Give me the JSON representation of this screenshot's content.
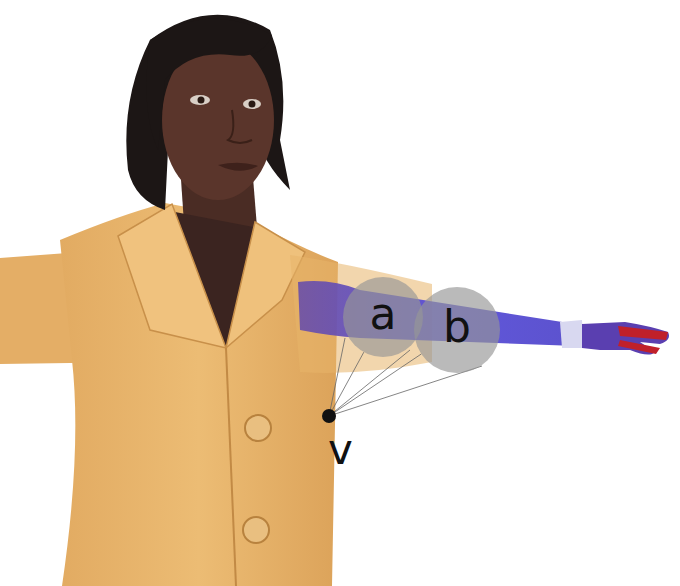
{
  "diagram": {
    "nodes": [
      {
        "text": [
          "a"
        ]
      },
      {
        "text": [
          "b"
        ]
      },
      {
        "text": [
          "v"
        ]
      }
    ],
    "edges": [
      {
        "from": 2,
        "to": 0,
        "arrow": "none"
      },
      {
        "from": 2,
        "to": 1,
        "arrow": "none"
      }
    ]
  }
}
